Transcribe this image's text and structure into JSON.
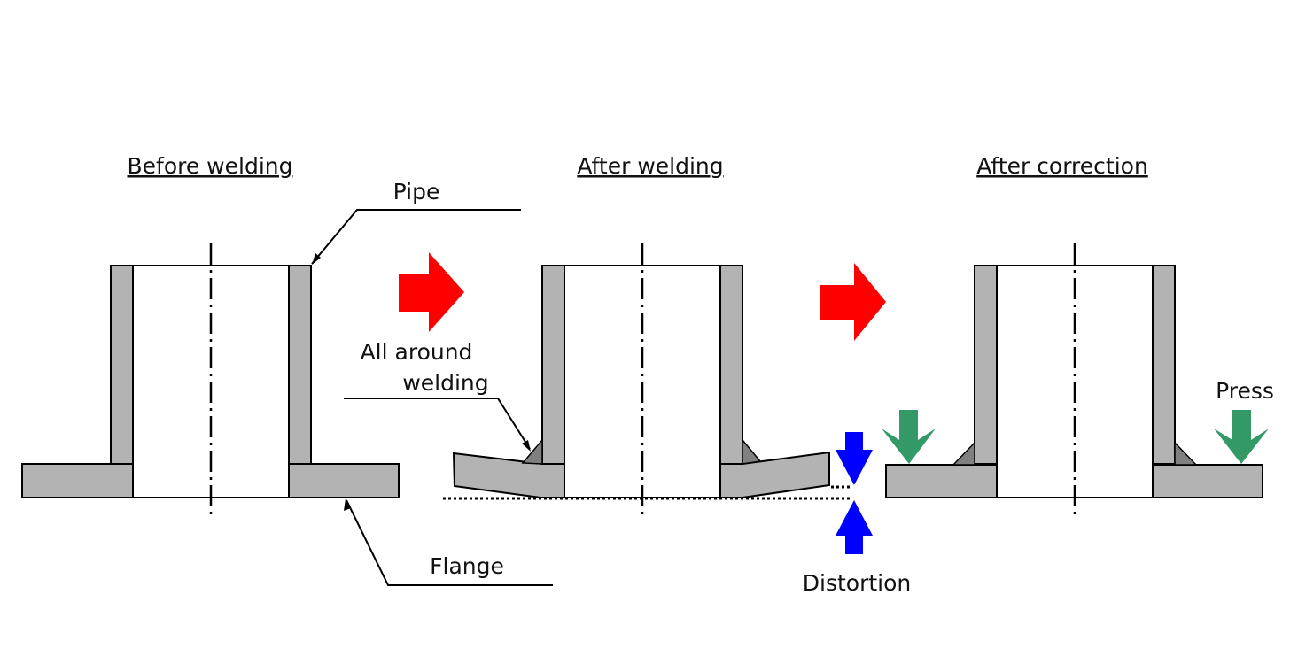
{
  "colors": {
    "metal": "#b3b3b3",
    "weld": "#808080",
    "outline": "#000000",
    "process_arrow": "#ff0000",
    "distortion_arrow": "#0000ff",
    "press_arrow": "#339966",
    "background": "#ffffff"
  },
  "stages": [
    {
      "title": "Before welding"
    },
    {
      "title": "After welding"
    },
    {
      "title": "After correction"
    }
  ],
  "labels": {
    "pipe": "Pipe",
    "flange": "Flange",
    "weld_line1": "All around",
    "weld_line2": "welding",
    "distortion": "Distortion",
    "press": "Press"
  }
}
